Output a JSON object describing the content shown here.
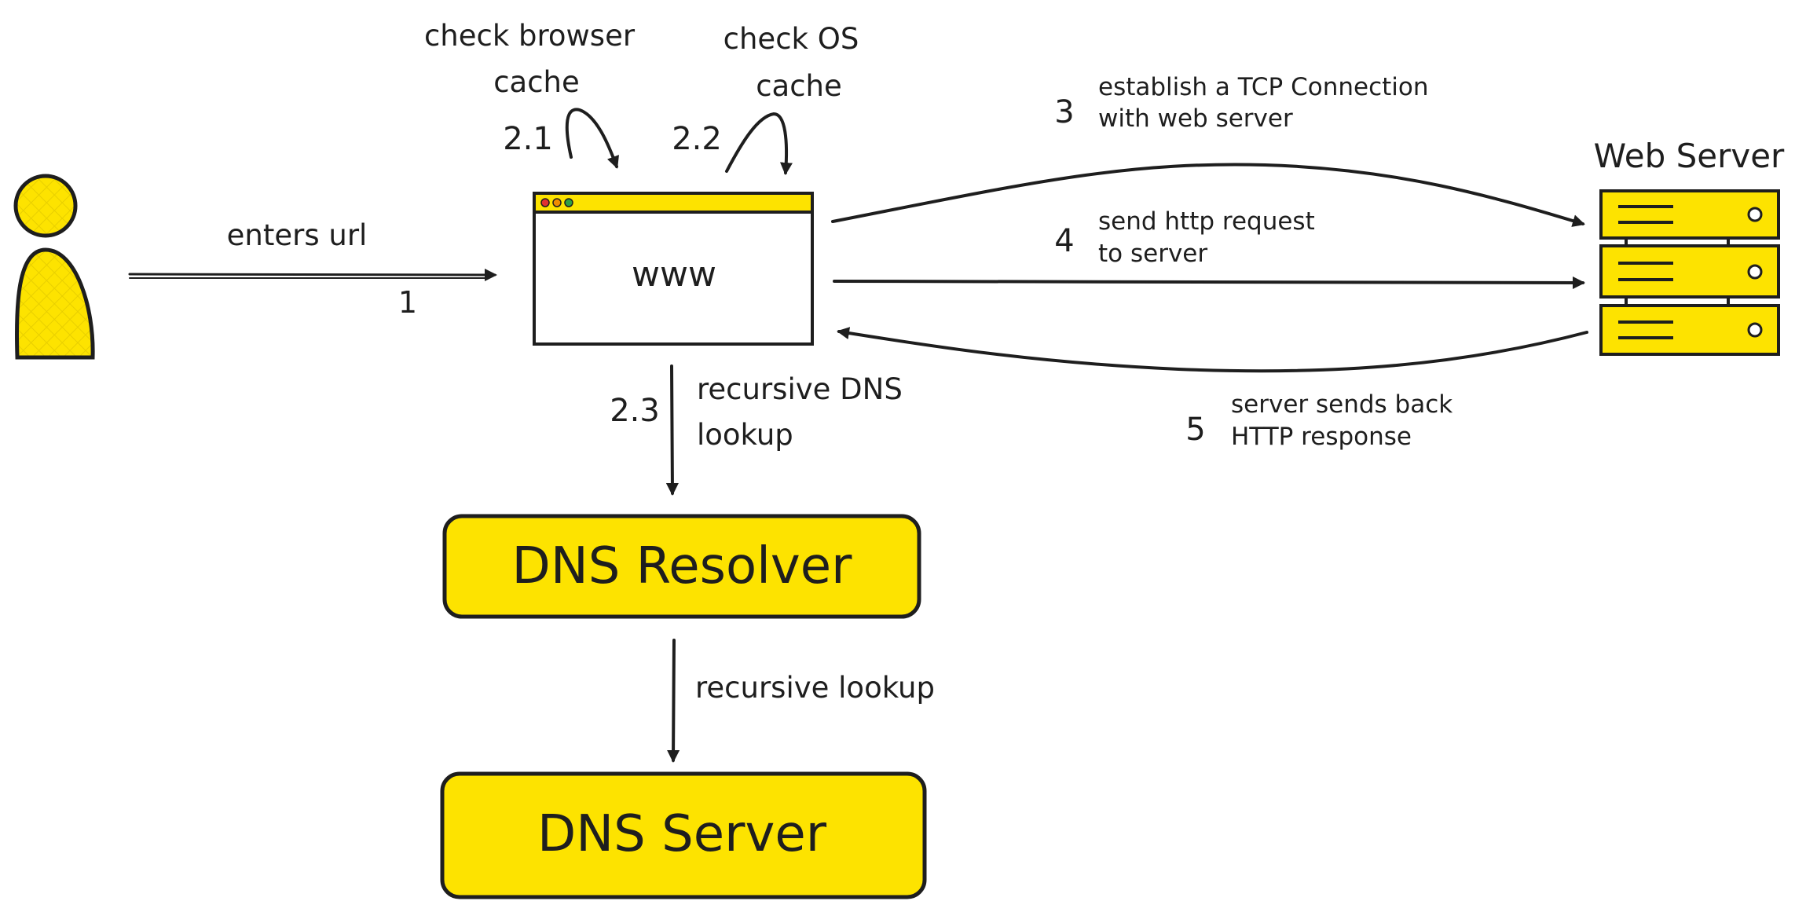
{
  "colors": {
    "accent": "#fde300",
    "ink": "#1e1e1e",
    "dot_red": "#e03131",
    "dot_orange": "#f08c00",
    "dot_green": "#2f9e44"
  },
  "user": {
    "icon": "person-icon"
  },
  "step1": {
    "label": "enters url",
    "number": "1"
  },
  "browser": {
    "text": "www",
    "icon": "browser-window-icon"
  },
  "step21": {
    "label_line1": "check browser",
    "label_line2": "cache",
    "number": "2.1"
  },
  "step22": {
    "label_line1": "check OS",
    "label_line2": "cache",
    "number": "2.2"
  },
  "step23": {
    "label_line1": "recursive DNS",
    "label_line2": "lookup",
    "number": "2.3"
  },
  "step3": {
    "label_line1": "establish a TCP Connection",
    "label_line2": "with web server",
    "number": "3"
  },
  "step4": {
    "label_line1": "send http request",
    "label_line2": "to server",
    "number": "4"
  },
  "step5": {
    "label_line1": "server sends back",
    "label_line2": "HTTP response",
    "number": "5"
  },
  "web_server": {
    "title": "Web Server",
    "icon": "server-rack-icon"
  },
  "dns_resolver": {
    "label": "DNS Resolver"
  },
  "recursive": {
    "label": "recursive lookup"
  },
  "dns_server": {
    "label": "DNS Server"
  }
}
